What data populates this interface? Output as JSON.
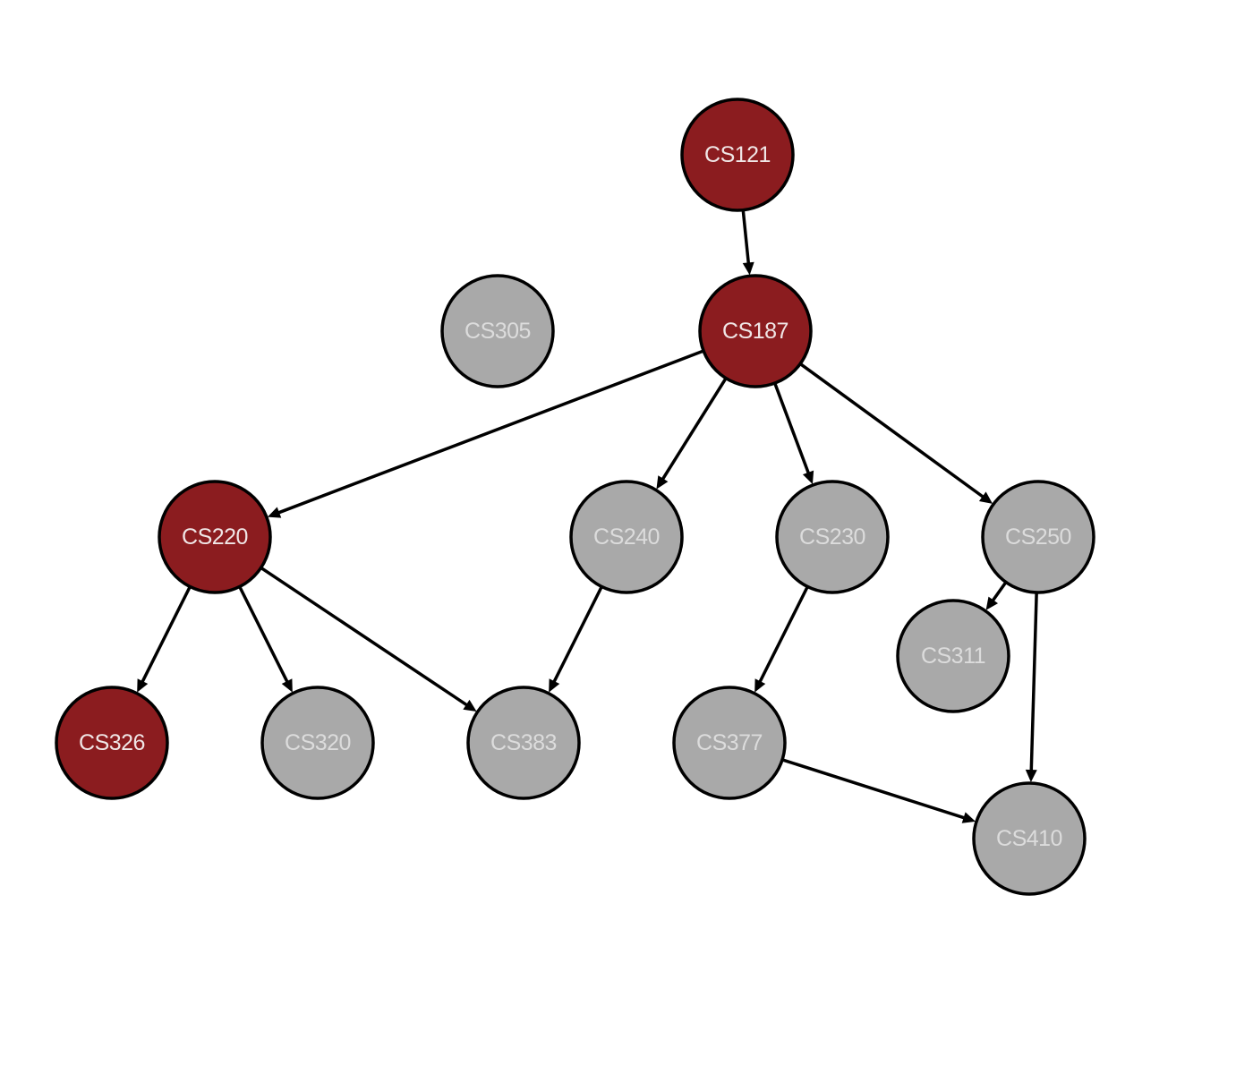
{
  "colors": {
    "taken": "#8b1c1f",
    "available": "#a9a9a9",
    "taken_text": "#f0e6e6",
    "available_text": "#dcdcdc",
    "outline": "#000000",
    "background": "#ffffff"
  },
  "nodes": [
    {
      "id": "CS121",
      "label": "CS121",
      "status": "taken"
    },
    {
      "id": "CS187",
      "label": "CS187",
      "status": "taken"
    },
    {
      "id": "CS305",
      "label": "CS305",
      "status": "available"
    },
    {
      "id": "CS220",
      "label": "CS220",
      "status": "taken"
    },
    {
      "id": "CS240",
      "label": "CS240",
      "status": "available"
    },
    {
      "id": "CS230",
      "label": "CS230",
      "status": "available"
    },
    {
      "id": "CS250",
      "label": "CS250",
      "status": "available"
    },
    {
      "id": "CS311",
      "label": "CS311",
      "status": "available"
    },
    {
      "id": "CS326",
      "label": "CS326",
      "status": "taken"
    },
    {
      "id": "CS320",
      "label": "CS320",
      "status": "available"
    },
    {
      "id": "CS383",
      "label": "CS383",
      "status": "available"
    },
    {
      "id": "CS377",
      "label": "CS377",
      "status": "available"
    },
    {
      "id": "CS410",
      "label": "CS410",
      "status": "available"
    }
  ],
  "edges": [
    {
      "from": "CS121",
      "to": "CS187"
    },
    {
      "from": "CS187",
      "to": "CS220"
    },
    {
      "from": "CS187",
      "to": "CS240"
    },
    {
      "from": "CS187",
      "to": "CS230"
    },
    {
      "from": "CS187",
      "to": "CS250"
    },
    {
      "from": "CS220",
      "to": "CS326"
    },
    {
      "from": "CS220",
      "to": "CS320"
    },
    {
      "from": "CS220",
      "to": "CS383"
    },
    {
      "from": "CS240",
      "to": "CS383"
    },
    {
      "from": "CS230",
      "to": "CS377"
    },
    {
      "from": "CS250",
      "to": "CS311"
    },
    {
      "from": "CS250",
      "to": "CS410"
    },
    {
      "from": "CS377",
      "to": "CS410"
    }
  ]
}
